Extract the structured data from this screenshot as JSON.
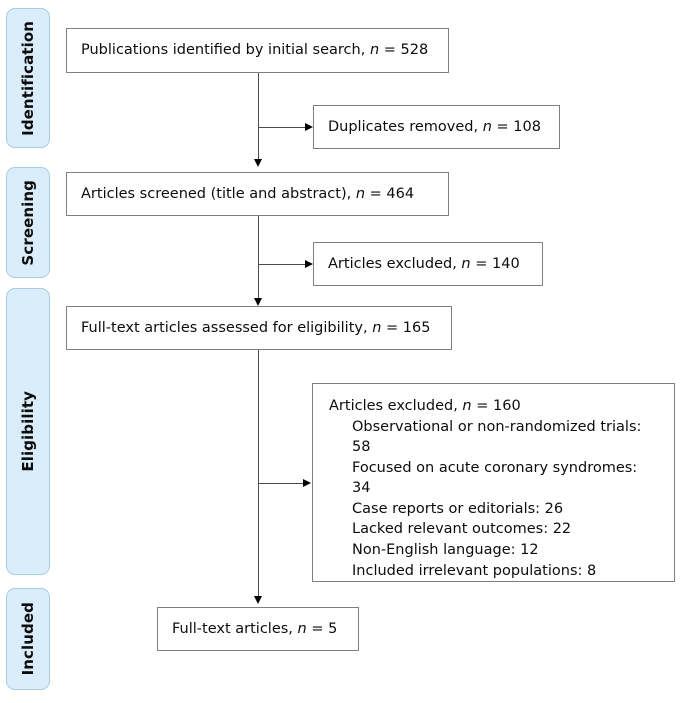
{
  "diagram": {
    "type": "prisma-flow-diagram",
    "colors": {
      "stage_fill": "#daedfa",
      "stage_border": "#a9cde4",
      "node_border": "#7f7f7f",
      "node_fill": "#ffffff",
      "connector": "#4d4d4d",
      "text": "#0d0d0d"
    }
  },
  "stages": [
    {
      "id": "identification",
      "label": "Identification"
    },
    {
      "id": "screening",
      "label": "Screening"
    },
    {
      "id": "eligibility",
      "label": "Eligibility"
    },
    {
      "id": "included",
      "label": "Included"
    }
  ],
  "nodes": {
    "identified": {
      "prefix": "Publications identified by initial search, ",
      "n_symbol": "n",
      "suffix": " = 528",
      "count": 528
    },
    "duplicates_removed": {
      "prefix": "Duplicates removed, ",
      "n_symbol": "n",
      "suffix": " = 108",
      "count": 108
    },
    "screened": {
      "prefix": "Articles screened (title and abstract), ",
      "n_symbol": "n",
      "suffix": " = 464",
      "count": 464
    },
    "excluded_screening": {
      "prefix": "Articles excluded, ",
      "n_symbol": "n",
      "suffix": " = 140",
      "count": 140
    },
    "full_text_assessed": {
      "prefix": "Full-text articles assessed for eligibility, ",
      "n_symbol": "n",
      "suffix": " = 165",
      "count": 165
    },
    "excluded_eligibility": {
      "prefix": "Articles excluded, ",
      "n_symbol": "n",
      "suffix": " = 160",
      "count": 160,
      "reasons": [
        {
          "label": "Observational or non-randomized trials: 58",
          "count": 58
        },
        {
          "label": "Focused on acute coronary syndromes: 34",
          "count": 34
        },
        {
          "label": "Case reports or editorials: 26",
          "count": 26
        },
        {
          "label": "Lacked relevant outcomes: 22",
          "count": 22
        },
        {
          "label": "Non-English language: 12",
          "count": 12
        },
        {
          "label": "Included irrelevant populations: 8",
          "count": 8
        }
      ]
    },
    "included_final": {
      "prefix": "Full-text articles, ",
      "n_symbol": "n",
      "suffix": " = 5",
      "count": 5
    }
  }
}
